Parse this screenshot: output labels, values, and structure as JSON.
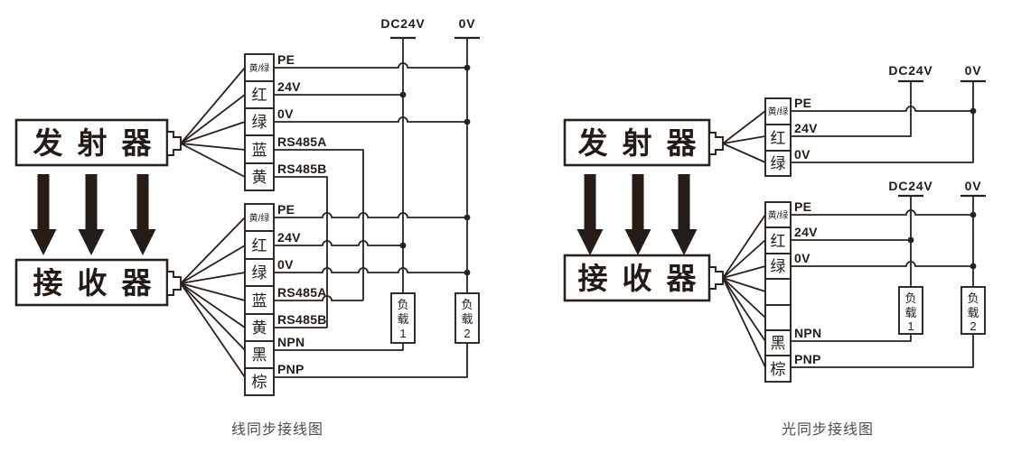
{
  "left": {
    "caption": "线同步接线图",
    "transmitter_label": "发射器",
    "receiver_label": "接收器",
    "power_rails": {
      "dc": "DC24V",
      "zero": "0V"
    },
    "tx_terminals": [
      "黄/绿",
      "红",
      "绿",
      "蓝",
      "黄"
    ],
    "tx_wire_labels": [
      "PE",
      "24V",
      "0V",
      "RS485A",
      "RS485B"
    ],
    "rx_terminals": [
      "黄/绿",
      "红",
      "绿",
      "蓝",
      "黄",
      "黑",
      "棕"
    ],
    "rx_wire_labels": [
      "PE",
      "24V",
      "0V",
      "RS485A",
      "RS485B",
      "NPN",
      "PNP"
    ],
    "load1_lines": [
      "负",
      "载",
      "1"
    ],
    "load2_lines": [
      "负",
      "载",
      "2"
    ]
  },
  "right": {
    "caption": "光同步接线图",
    "transmitter_label": "发射器",
    "receiver_label": "接收器",
    "power_rails_top": {
      "dc": "DC24V",
      "zero": "0V"
    },
    "power_rails_bottom": {
      "dc": "DC24V",
      "zero": "0V"
    },
    "tx_terminals": [
      "黄/绿",
      "红",
      "绿"
    ],
    "tx_wire_labels": [
      "PE",
      "24V",
      "0V"
    ],
    "rx_terminals": [
      "黄/绿",
      "红",
      "绿",
      "",
      "",
      "黑",
      "棕"
    ],
    "rx_wire_labels": [
      "PE",
      "24V",
      "0V",
      "NPN",
      "PNP"
    ],
    "load1_lines": [
      "负",
      "载",
      "1"
    ],
    "load2_lines": [
      "负",
      "载",
      "2"
    ]
  },
  "colors": {
    "line": "#2a211b",
    "caption_text": "#4c4c4c",
    "background": "#ffffff"
  }
}
